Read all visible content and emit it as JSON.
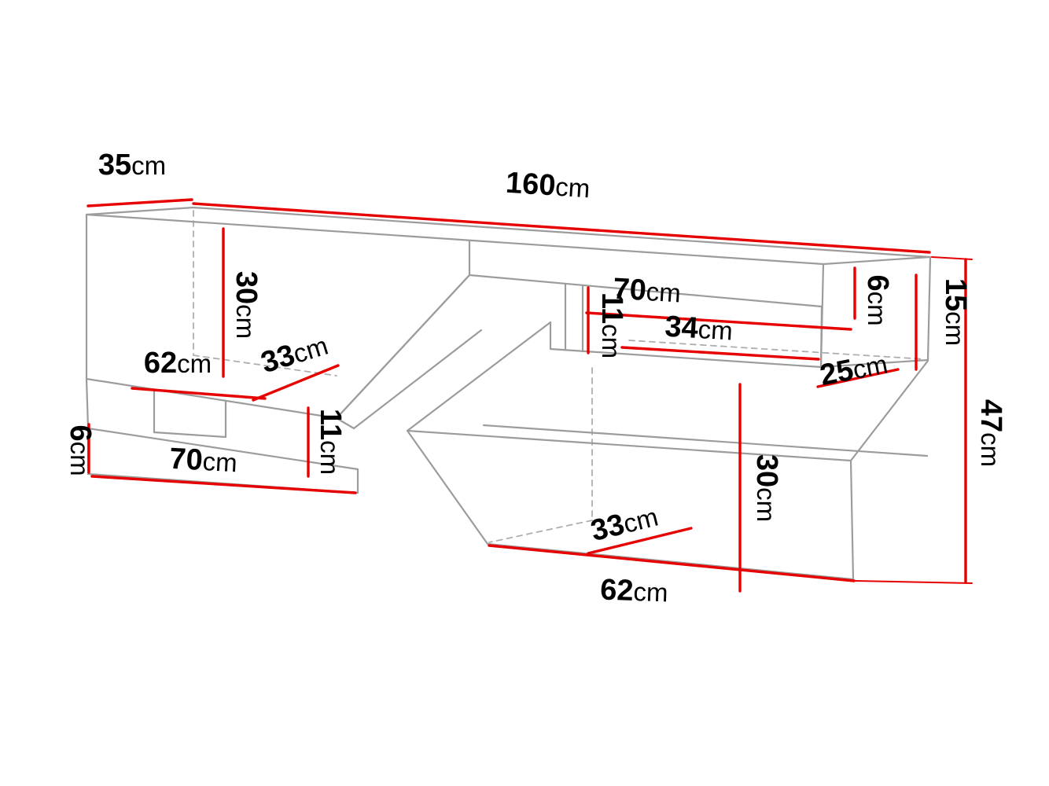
{
  "page": {
    "background_color": "#ffffff",
    "description": "Isometric line drawing of a TV stand with red dimension lines"
  },
  "diagram": {
    "unit": "cm",
    "colors": {
      "outline": "#9c9c9c",
      "hidden_edge": "#aeaeae",
      "dimension_line": "#e60000",
      "label_text": "#000000",
      "background": "#ffffff"
    },
    "dimensions": {
      "top_depth": {
        "value": "35",
        "unit": "cm"
      },
      "total_width": {
        "value": "160",
        "unit": "cm"
      },
      "upper_left_height": {
        "value": "30",
        "unit": "cm"
      },
      "upper_niche_width": {
        "value": "70",
        "unit": "cm"
      },
      "upper_niche_height": {
        "value": "11",
        "unit": "cm"
      },
      "upper_niche_inner_width": {
        "value": "34",
        "unit": "cm"
      },
      "top_panel_thickness": {
        "value": "6",
        "unit": "cm"
      },
      "right_upper_height": {
        "value": "15",
        "unit": "cm"
      },
      "lower_top_depth": {
        "value": "25",
        "unit": "cm"
      },
      "total_height": {
        "value": "47",
        "unit": "cm"
      },
      "left_opening_width": {
        "value": "62",
        "unit": "cm"
      },
      "left_opening_depth": {
        "value": "33",
        "unit": "cm"
      },
      "left_niche_height": {
        "value": "11",
        "unit": "cm"
      },
      "plinth_height": {
        "value": "6",
        "unit": "cm"
      },
      "left_niche_width": {
        "value": "70",
        "unit": "cm"
      },
      "lower_cabinet_height": {
        "value": "30",
        "unit": "cm"
      },
      "lower_cabinet_depth": {
        "value": "33",
        "unit": "cm"
      },
      "lower_cabinet_width": {
        "value": "62",
        "unit": "cm"
      }
    }
  }
}
